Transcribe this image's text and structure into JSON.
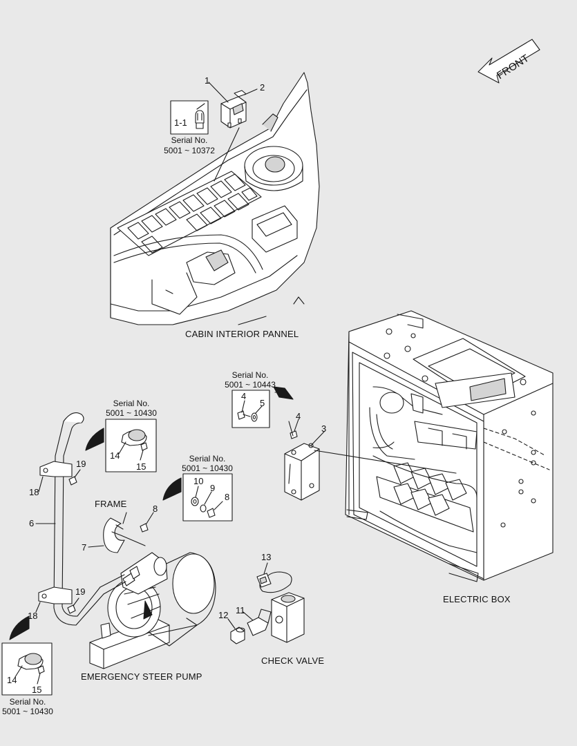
{
  "front_arrow": {
    "label": "FRONT",
    "icon": "front-direction-arrow-icon"
  },
  "captions": {
    "cabin": "CABIN INTERIOR PANNEL",
    "electric_box": "ELECTRIC BOX",
    "frame": "FRAME",
    "check_valve": "CHECK VALVE",
    "pump": "EMERGENCY STEER PUMP"
  },
  "serial": {
    "label": "Serial No.",
    "range_10372": "5001 ~ 10372",
    "range_10443": "5001 ~ 10443",
    "range_10430": "5001 ~ 10430"
  },
  "parts": {
    "p1": "1",
    "p1_1": "1-1",
    "p2": "2",
    "p3": "3",
    "p4": "4",
    "p5": "5",
    "p6": "6",
    "p7": "7",
    "p8": "8",
    "p9": "9",
    "p10": "10",
    "p11": "11",
    "p12": "12",
    "p13": "13",
    "p14": "14",
    "p15": "15",
    "p18": "18",
    "p19": "19"
  },
  "colors": {
    "background": "#e9e9e9",
    "line": "#1a1a1a",
    "fill": "#ffffff",
    "shade": "#d4d4d4"
  }
}
